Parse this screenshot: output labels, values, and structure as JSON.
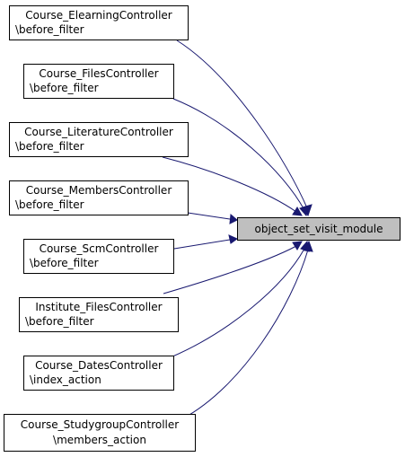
{
  "diagram": {
    "edge_color": "#191970",
    "target_fill": "#bfbfbf",
    "target": {
      "label": "object_set_visit_module"
    },
    "callers": [
      {
        "line1": "Course_ElearningController",
        "line2": "\\before_filter"
      },
      {
        "line1": "Course_FilesController",
        "line2": "\\before_filter"
      },
      {
        "line1": "Course_LiteratureController",
        "line2": "\\before_filter"
      },
      {
        "line1": "Course_MembersController",
        "line2": "\\before_filter"
      },
      {
        "line1": "Course_ScmController",
        "line2": "\\before_filter"
      },
      {
        "line1": "Institute_FilesController",
        "line2": "\\before_filter"
      },
      {
        "line1": "Course_DatesController",
        "line2": "\\index_action"
      },
      {
        "line1": "Course_StudygroupController",
        "line2": "\\members_action"
      }
    ]
  }
}
